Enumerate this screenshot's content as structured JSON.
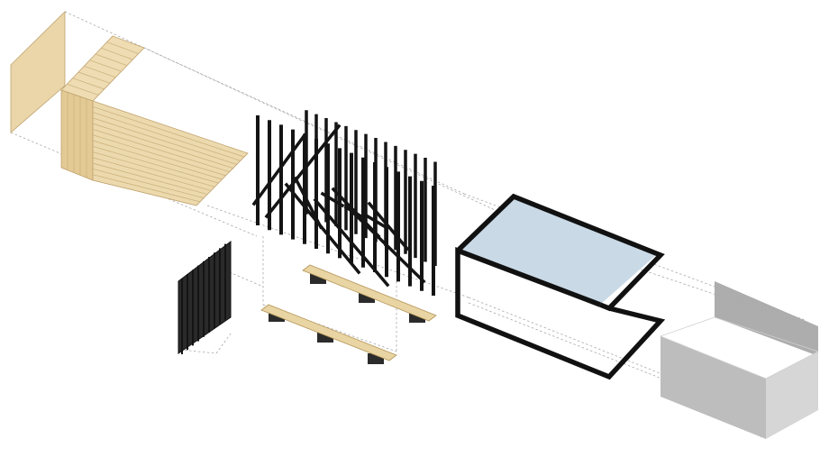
{
  "diagram": {
    "type": "exploded-axonometric",
    "components": [
      {
        "name": "timber-end-wall",
        "color": "#ead6a9"
      },
      {
        "name": "timber-slat-shell",
        "color": "#ecd9ae"
      },
      {
        "name": "black-steel-slat-cage",
        "color": "#141414"
      },
      {
        "name": "black-slat-door-panel",
        "color": "#141414"
      },
      {
        "name": "timber-benches-on-blocks",
        "color": "#e9d4a3"
      },
      {
        "name": "steel-frame-with-glass-roof",
        "color": "#c9d9e6"
      },
      {
        "name": "grey-translucent-end-box",
        "color": "#b3b3b3"
      }
    ],
    "labels": []
  }
}
